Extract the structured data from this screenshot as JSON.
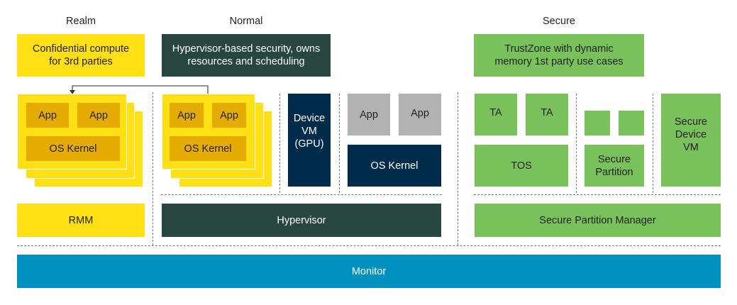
{
  "columns": {
    "realm": {
      "title": "Realm",
      "description": "Confidential compute\nfor 3rd parties",
      "vm": {
        "apps": [
          "App",
          "App"
        ],
        "kernel": "OS Kernel"
      },
      "manager": "RMM"
    },
    "normal": {
      "title": "Normal",
      "description": "Hypervisor-based security, owns\nresources and scheduling",
      "vm": {
        "apps": [
          "App",
          "App"
        ],
        "kernel": "OS Kernel"
      },
      "device_vm": "Device\nVM\n(GPU)",
      "host": {
        "apps": [
          "App",
          "App"
        ],
        "kernel": "OS Kernel"
      },
      "manager": "Hypervisor"
    },
    "secure": {
      "title": "Secure",
      "description": "TrustZone with dynamic\nmemory 1st party use cases",
      "tee": {
        "apps": [
          "TA",
          "TA"
        ],
        "kernel": "TOS"
      },
      "partition": {
        "label": "Secure\nPartition"
      },
      "device_vm": "Secure\nDevice\nVM",
      "manager": "Secure Partition Manager"
    }
  },
  "monitor": "Monitor",
  "colors": {
    "realm": "#ffe014",
    "realm_inner": "#e6ab00",
    "normal": "#27463f",
    "device": "#002b4a",
    "app_gray": "#b2b2b2",
    "secure": "#79c15a",
    "monitor": "#0091c0"
  }
}
